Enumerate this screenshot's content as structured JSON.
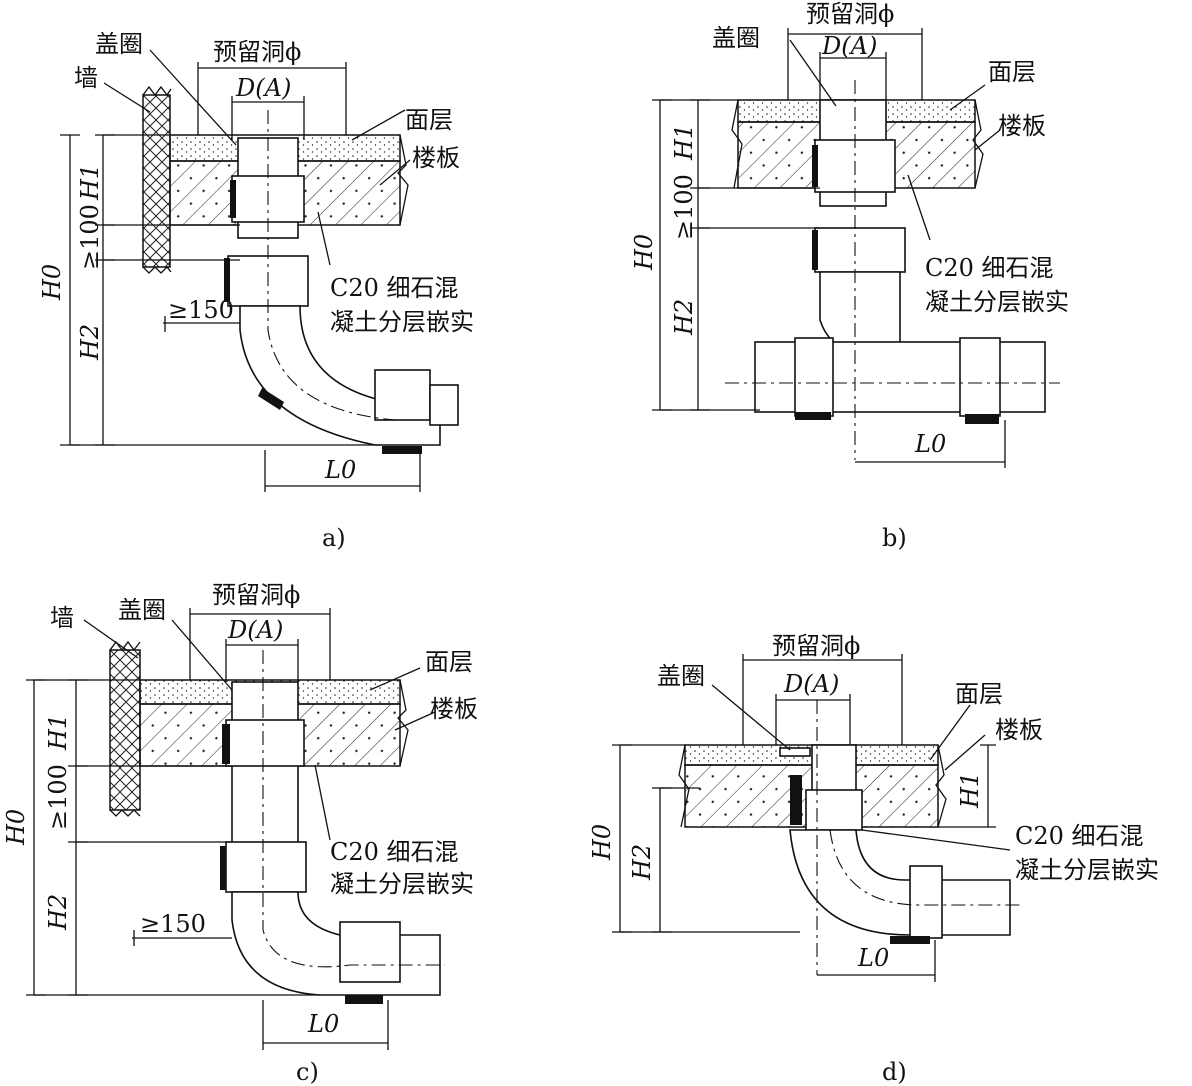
{
  "labels": {
    "cover_ring": "盖圈",
    "reserved_hole": "预留洞ϕ",
    "diameter": "D(A)",
    "wall": "墙",
    "surface_layer": "面层",
    "floor_slab": "楼板",
    "fill_line1": "C20 细石混",
    "fill_line2": "凝土分层嵌实",
    "h0": "H0",
    "h1": "H1",
    "h2": "H2",
    "l0": "L0",
    "ge100": "≥100",
    "ge150": "≥150"
  },
  "captions": {
    "a": "a)",
    "b": "b)",
    "c": "c)",
    "d": "d)"
  },
  "colors": {
    "ink": "#111111",
    "background": "#ffffff"
  }
}
